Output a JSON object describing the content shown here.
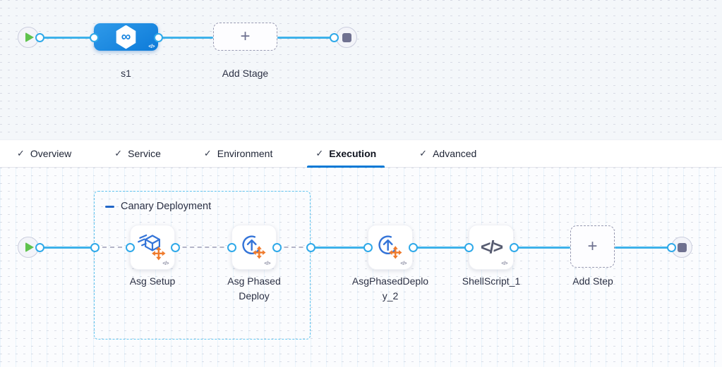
{
  "colors": {
    "primary_blue": "#0278d5",
    "connector_blue": "#3eb2ea",
    "stage_node_blue": "#1787dd",
    "icon_blue": "#3474d8",
    "accent_orange": "#ef7b2d",
    "play_green": "#5fc24d",
    "end_square_gray": "#6f7190",
    "group_border_blue": "#62c5ef",
    "dashed_connector_gray": "#b4b5c8",
    "text_dark": "#2b3044"
  },
  "icons": {
    "check": "✓",
    "plus": "+",
    "infinity": "∞",
    "code_badge": "</>"
  },
  "stage_graph": {
    "stage_label": "s1",
    "add_stage_label": "Add Stage"
  },
  "tabs": {
    "items": [
      {
        "label": "Overview",
        "checked": true,
        "active": false
      },
      {
        "label": "Service",
        "checked": true,
        "active": false
      },
      {
        "label": "Environment",
        "checked": true,
        "active": false
      },
      {
        "label": "Execution",
        "checked": true,
        "active": true
      },
      {
        "label": "Advanced",
        "checked": true,
        "active": false
      }
    ]
  },
  "execution": {
    "group_label": "Canary Deployment",
    "steps": [
      {
        "label": "Asg Setup",
        "icon": "asg-setup-icon"
      },
      {
        "label": "Asg Phased Deploy",
        "icon": "asg-phased-deploy-icon"
      },
      {
        "label": "AsgPhasedDeploy_2",
        "icon": "asg-phased-deploy-icon"
      },
      {
        "label": "ShellScript_1",
        "icon": "shell-script-icon"
      }
    ],
    "add_step_label": "Add Step"
  }
}
